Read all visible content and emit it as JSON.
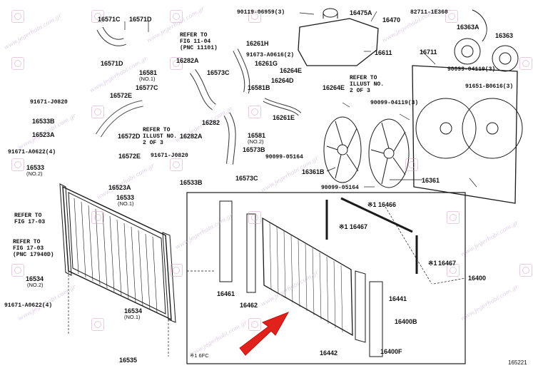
{
  "diagram": {
    "figure_number": "165221",
    "watermark": "www.jegerhobi.com.gr",
    "labels": {
      "p16571C": "16571C",
      "p16571D_top": "16571D",
      "p16571D_mid": "16571D",
      "p90119": "90119-06959(3)",
      "p16475A": "16475A",
      "p16470": "16470",
      "p82711": "82711-1E360",
      "p16363A": "16363A",
      "p16363": "16363",
      "p16261H": "16261H",
      "p91673": "91673-A0616(2)",
      "p16611": "16611",
      "p16711": "16711",
      "p90099_a": "90099-04119(3)",
      "p16282A_top": "16282A",
      "p16581_top": "16581",
      "p16581_top_sub": "(NO.1)",
      "p16573C_top": "16573C",
      "p16261G": "16261G",
      "p16264E": "16264E",
      "p16264D": "16264D",
      "p91651": "91651-B0616(3)",
      "p16577C": "16577C",
      "p16581B": "16581B",
      "p16264E_b": "16264E",
      "p90099_b": "90099-04119(3)",
      "p91671_J0820_a": "91671-J0820",
      "p16572E_top": "16572E",
      "p16533B_left": "16533B",
      "p16282": "16282",
      "p16261E": "16261E",
      "p16523A_left": "16523A",
      "p16572D": "16572D",
      "p16282A_mid": "16282A",
      "p16581_mid": "16581",
      "p16581_mid_sub": "(NO.2)",
      "p16573B": "16573B",
      "p91671_A0622_top": "91671-A0622(4)",
      "p16572E_mid": "16572E",
      "p91671_J0820_b": "91671-J0820",
      "p90099_05164_a": "90099-05164",
      "p16361B": "16361B",
      "p16533_left": "16533",
      "p16533_left_sub": "(NO.2)",
      "p16573C_mid": "16573C",
      "p16533B_mid": "16533B",
      "p16361": "16361",
      "p90099_05164_b": "90099-05164",
      "p16523A_mid": "16523A",
      "p16533_mid": "16533",
      "p16533_mid_sub": "(NO.1)",
      "p16466": "16466",
      "p16467_a": "16467",
      "p16467_b": "16467",
      "p16400": "16400",
      "p16461": "16461",
      "p16462": "16462",
      "p16441": "16441",
      "p16400B": "16400B",
      "p16400F": "16400F",
      "p16442": "16442",
      "p16534_left": "16534",
      "p16534_left_sub": "(NO.2)",
      "p91671_A0622_bot": "91671-A0622(4)",
      "p16534_mid": "16534",
      "p16534_mid_sub": "(NO.1)",
      "p16535": "16535",
      "p1_6FC": "※1 6FC",
      "mark_16466": "※1",
      "mark_16467_a": "※1",
      "mark_16467_b": "※1"
    },
    "notes": {
      "refer_fig_11_04": "REFER TO\nFIG 11-04\n(PNC 11101)",
      "refer_illust_2of3_a": "REFER TO\nILLUST NO.\n2 OF 3",
      "refer_illust_2of3_b": "REFER TO\nILLUST NO.\n2 OF 3",
      "refer_fig_17_03_a": "REFER TO\nFIG 17-03",
      "refer_fig_17_03_b": "REFER TO\nFIG 17-03\n(PNC 17940D)"
    },
    "colors": {
      "line": "#1a1a1a",
      "arrow": "#e0211c",
      "watermark": "#d8a0c8"
    }
  }
}
